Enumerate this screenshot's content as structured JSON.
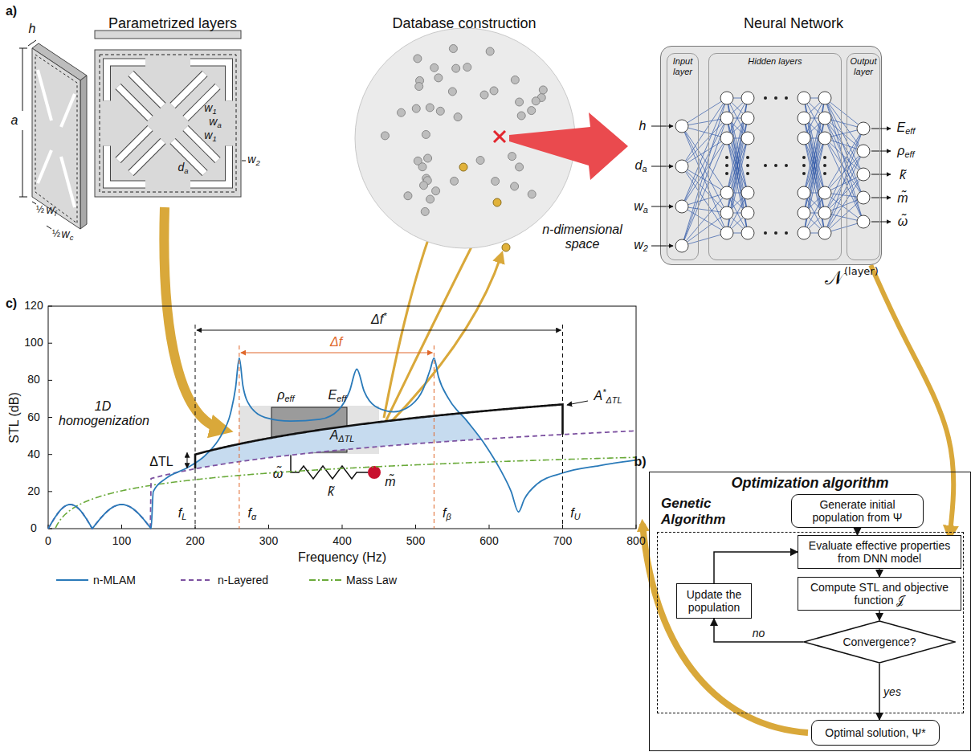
{
  "diagram": {
    "nodes": [
      {
        "text": [
          "𝒩",
          "(layer)"
        ]
      },
      {
        "text": [
          "Input layer"
        ],
        "in": 0
      },
      {
        "text": [
          "Hidden layers"
        ],
        "in": 0
      },
      {
        "text": [
          "Output layer"
        ],
        "in": 0
      },
      {
        "text": [
          "Optimization algorithm"
        ]
      },
      {
        "text": [
          "Generate initial population from Ψ"
        ],
        "in": 4
      },
      {
        "text": [
          "Genetic Algorithm"
        ],
        "in": 4
      },
      {
        "text": [
          "Evaluate effective properties from DNN model"
        ],
        "in": 6
      },
      {
        "text": [
          "Compute STL and objective function 𝒥"
        ],
        "in": 6
      },
      {
        "text": [
          "Convergence?"
        ],
        "in": 6
      },
      {
        "text": [
          "Update the population"
        ],
        "in": 6
      },
      {
        "text": [
          "Optimal solution, Ψ*"
        ],
        "in": 4
      }
    ],
    "edges": [
      {
        "from": 0,
        "to": 7,
        "arrow": "to"
      },
      {
        "from": 5,
        "to": 7,
        "arrow": "to"
      },
      {
        "from": 7,
        "to": 8,
        "arrow": "to"
      },
      {
        "from": 8,
        "to": 9,
        "arrow": "to"
      },
      {
        "from": 9,
        "to": 10,
        "label": "no",
        "arrow": "to"
      },
      {
        "from": 10,
        "to": 7,
        "arrow": "to"
      },
      {
        "from": 9,
        "to": 11,
        "label": "yes",
        "arrow": "to"
      }
    ],
    "labels": [
      "a)",
      "Parametrized layers",
      "Database construction",
      "Neural Network",
      "h",
      "a",
      "w1",
      "wa",
      "w1",
      "w2",
      "da",
      "½",
      "wf",
      "½",
      "wc",
      "1D homogenization",
      "ρeff",
      "Eeff",
      "ω̃",
      "k̃",
      "m̃",
      "n-dimensional space",
      "h",
      "da",
      "wa",
      "w2",
      "Eeff",
      "ρeff",
      "k̃",
      "m̃",
      "ω̃",
      "b)",
      "c)",
      "120",
      "100",
      "80",
      "60",
      "40",
      "20",
      "0",
      "0",
      "100",
      "200",
      "300",
      "400",
      "500",
      "600",
      "700",
      "800",
      "STL (dB)",
      "Frequency (Hz)",
      "Δf*",
      "Δf",
      "A*ΔTL",
      "AΔTL",
      "ΔTL",
      "fL",
      "fα",
      "fβ",
      "fU"
    ],
    "legend": [
      {
        "text": "n-MLAM"
      },
      {
        "text": "n-Layered"
      },
      {
        "text": "Mass Law"
      }
    ]
  }
}
